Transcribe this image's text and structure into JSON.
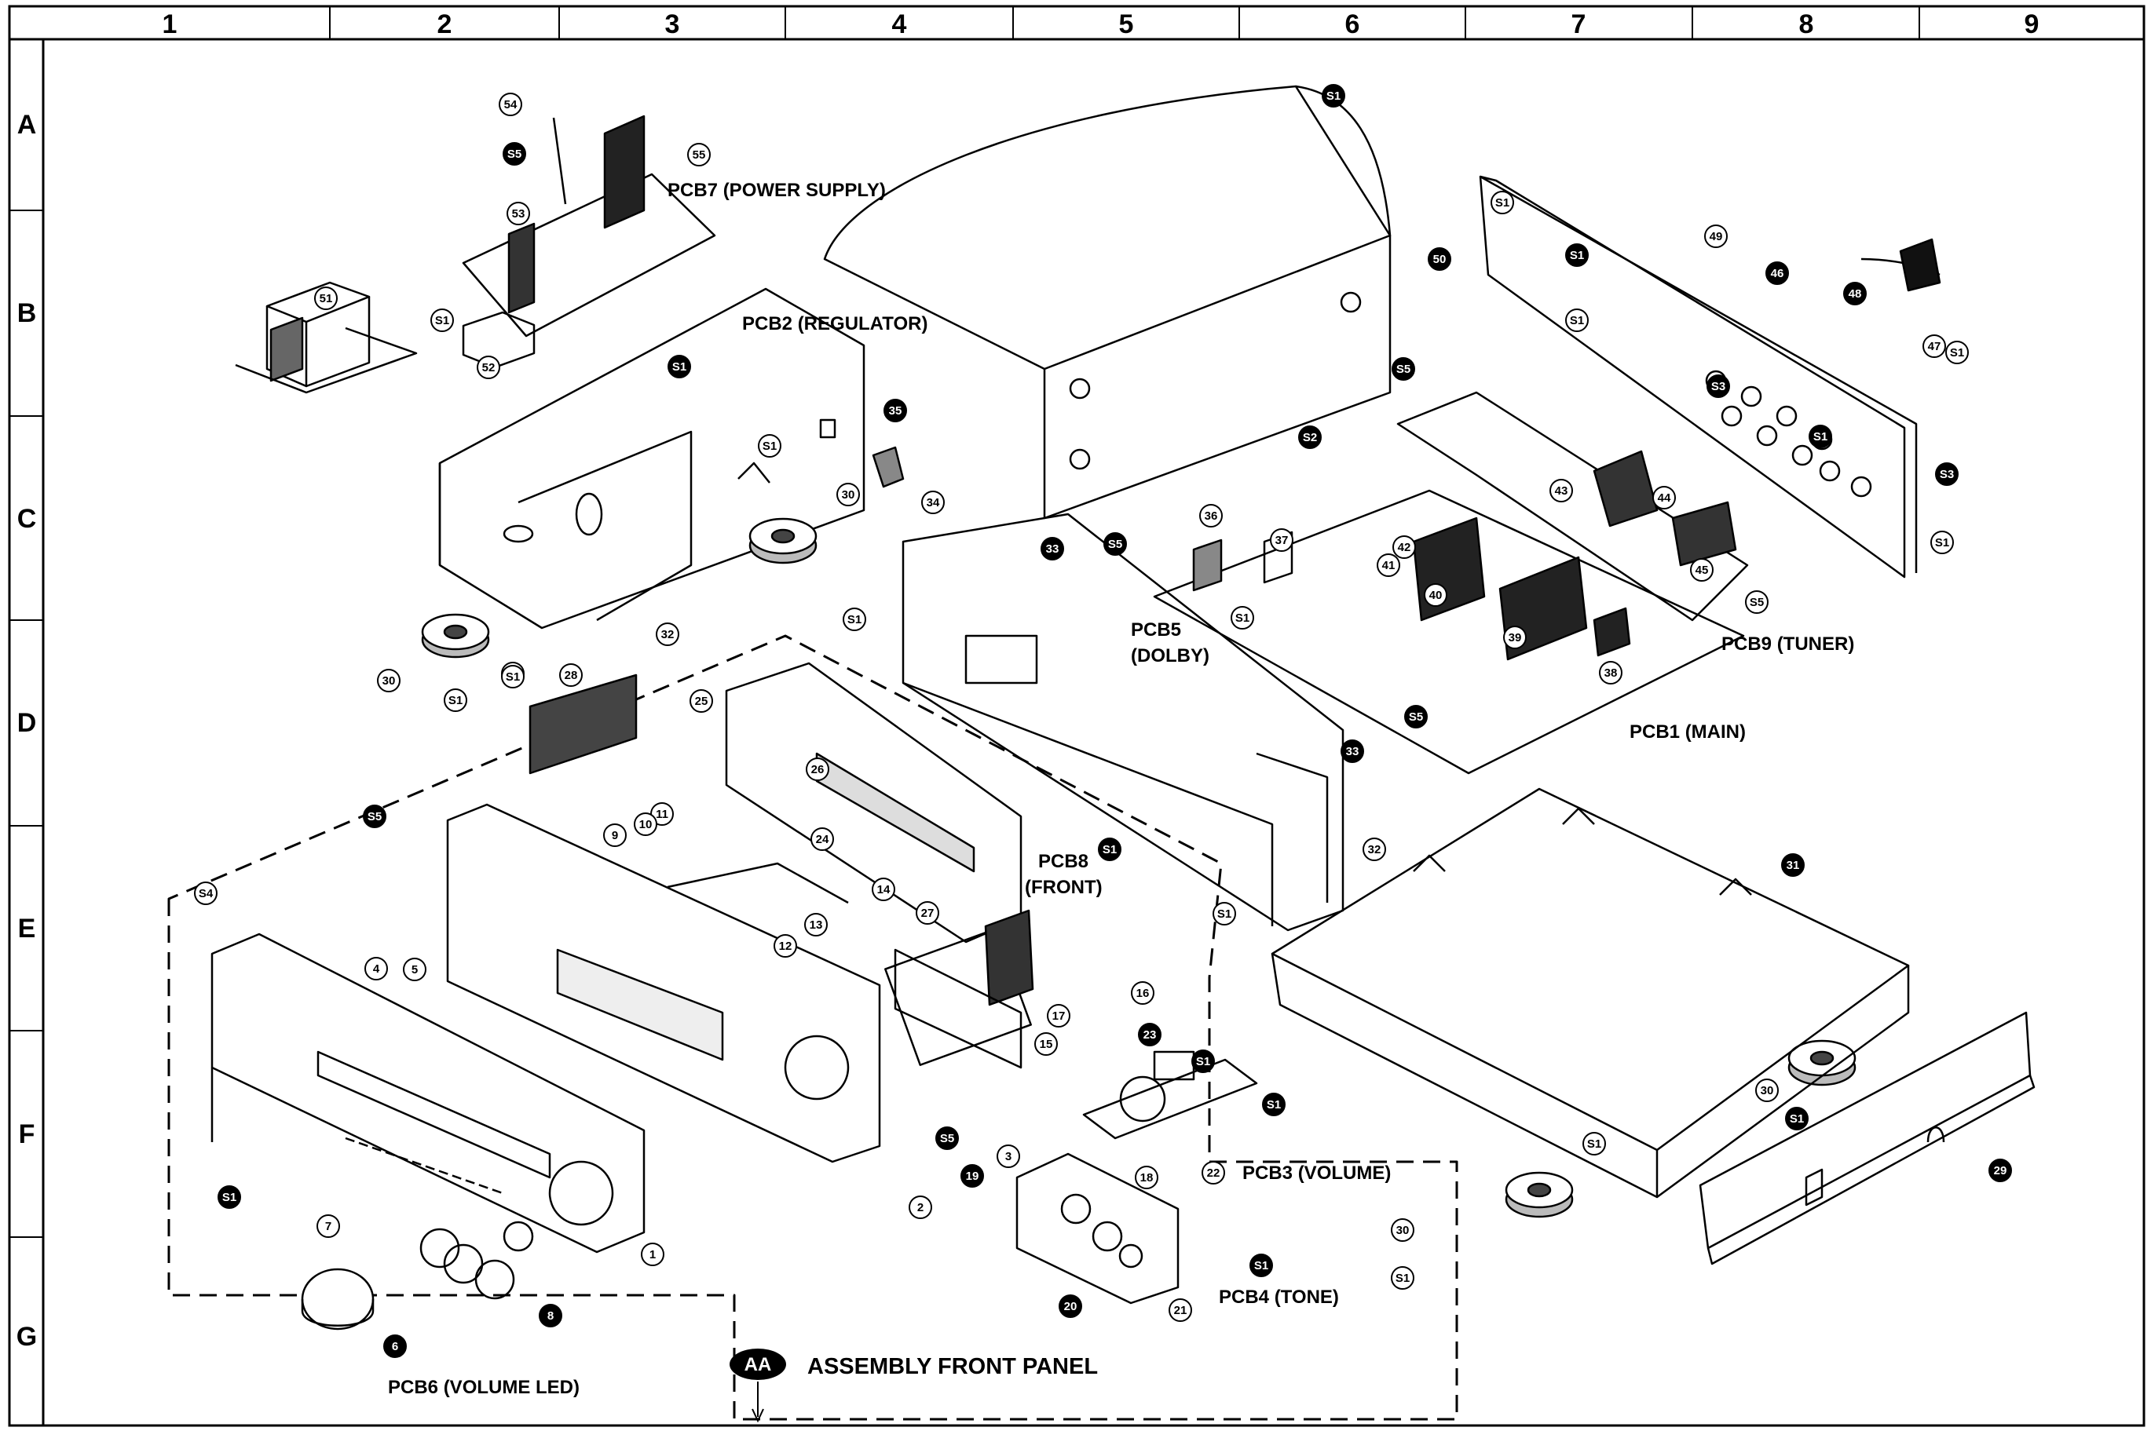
{
  "grid": {
    "columns": [
      "1",
      "2",
      "3",
      "4",
      "5",
      "6",
      "7",
      "8",
      "9"
    ],
    "rows": [
      "A",
      "B",
      "C",
      "D",
      "E",
      "F",
      "G"
    ]
  },
  "labels": {
    "pcb7": "PCB7 (POWER SUPPLY)",
    "pcb2": "PCB2 (REGULATOR)",
    "pcb5_line1": "PCB5",
    "pcb5_line2": "(DOLBY)",
    "pcb9": "PCB9 (TUNER)",
    "pcb1": "PCB1 (MAIN)",
    "pcb8_line1": "PCB8",
    "pcb8_line2": "(FRONT)",
    "pcb3": "PCB3 (VOLUME)",
    "pcb4": "PCB4 (TONE)",
    "pcb6": "PCB6 (VOLUME LED)",
    "assembly_badge": "AA",
    "assembly_title": "ASSEMBLY FRONT PANEL"
  },
  "callouts": [
    {
      "t": "S1",
      "filled": true
    },
    {
      "t": "54",
      "filled": false
    },
    {
      "t": "55",
      "filled": false
    },
    {
      "t": "S5",
      "filled": true
    },
    {
      "t": "53",
      "filled": false
    },
    {
      "t": "51",
      "filled": false
    },
    {
      "t": "S1",
      "filled": false
    },
    {
      "t": "52",
      "filled": false
    },
    {
      "t": "S1",
      "filled": true
    },
    {
      "t": "35",
      "filled": true
    },
    {
      "t": "S1",
      "filled": false
    },
    {
      "t": "34",
      "filled": false
    },
    {
      "t": "30",
      "filled": false
    },
    {
      "t": "S1",
      "filled": false
    },
    {
      "t": "32",
      "filled": false
    },
    {
      "t": "30",
      "filled": false
    },
    {
      "t": "S1",
      "filled": false
    },
    {
      "t": "S1",
      "filled": false
    },
    {
      "t": "50",
      "filled": true
    },
    {
      "t": "S2",
      "filled": true
    },
    {
      "t": "S1",
      "filled": false
    },
    {
      "t": "S1",
      "filled": true
    },
    {
      "t": "S1",
      "filled": false
    },
    {
      "t": "49",
      "filled": false
    },
    {
      "t": "46",
      "filled": true
    },
    {
      "t": "48",
      "filled": true
    },
    {
      "t": "47",
      "filled": false
    },
    {
      "t": "S1",
      "filled": false
    },
    {
      "t": "S3",
      "filled": true
    },
    {
      "t": "S1",
      "filled": true
    },
    {
      "t": "S3",
      "filled": true
    },
    {
      "t": "S1",
      "filled": false
    },
    {
      "t": "S5",
      "filled": true
    },
    {
      "t": "43",
      "filled": false
    },
    {
      "t": "44",
      "filled": false
    },
    {
      "t": "45",
      "filled": false
    },
    {
      "t": "S5",
      "filled": false
    },
    {
      "t": "36",
      "filled": false
    },
    {
      "t": "37",
      "filled": false
    },
    {
      "t": "S5",
      "filled": true
    },
    {
      "t": "S1",
      "filled": false
    },
    {
      "t": "42",
      "filled": false
    },
    {
      "t": "41",
      "filled": false
    },
    {
      "t": "40",
      "filled": false
    },
    {
      "t": "39",
      "filled": false
    },
    {
      "t": "38",
      "filled": false
    },
    {
      "t": "33",
      "filled": true
    },
    {
      "t": "S1",
      "filled": false
    },
    {
      "t": "S5",
      "filled": true
    },
    {
      "t": "33",
      "filled": true
    },
    {
      "t": "32",
      "filled": false
    },
    {
      "t": "S1",
      "filled": false
    },
    {
      "t": "28",
      "filled": false
    },
    {
      "t": "25",
      "filled": false
    },
    {
      "t": "26",
      "filled": false
    },
    {
      "t": "S5",
      "filled": true
    },
    {
      "t": "11",
      "filled": false
    },
    {
      "t": "10",
      "filled": false
    },
    {
      "t": "9",
      "filled": false
    },
    {
      "t": "24",
      "filled": false
    },
    {
      "t": "14",
      "filled": false
    },
    {
      "t": "27",
      "filled": false
    },
    {
      "t": "S1",
      "filled": true
    },
    {
      "t": "13",
      "filled": false
    },
    {
      "t": "12",
      "filled": false
    },
    {
      "t": "16",
      "filled": false
    },
    {
      "t": "17",
      "filled": false
    },
    {
      "t": "15",
      "filled": false
    },
    {
      "t": "S4",
      "filled": false
    },
    {
      "t": "4",
      "filled": false
    },
    {
      "t": "5",
      "filled": false
    },
    {
      "t": "23",
      "filled": true
    },
    {
      "t": "S1",
      "filled": true
    },
    {
      "t": "S1",
      "filled": true
    },
    {
      "t": "S5",
      "filled": true
    },
    {
      "t": "3",
      "filled": false
    },
    {
      "t": "22",
      "filled": false
    },
    {
      "t": "18",
      "filled": false
    },
    {
      "t": "2",
      "filled": false
    },
    {
      "t": "19",
      "filled": true
    },
    {
      "t": "S1",
      "filled": true
    },
    {
      "t": "20",
      "filled": true
    },
    {
      "t": "21",
      "filled": false
    },
    {
      "t": "1",
      "filled": false
    },
    {
      "t": "S1",
      "filled": true
    },
    {
      "t": "7",
      "filled": false
    },
    {
      "t": "6",
      "filled": true
    },
    {
      "t": "8",
      "filled": true
    },
    {
      "t": "31",
      "filled": true
    },
    {
      "t": "S1",
      "filled": true
    },
    {
      "t": "30",
      "filled": false
    },
    {
      "t": "S1",
      "filled": false
    },
    {
      "t": "30",
      "filled": false
    },
    {
      "t": "S1",
      "filled": false
    },
    {
      "t": "29",
      "filled": true
    }
  ]
}
